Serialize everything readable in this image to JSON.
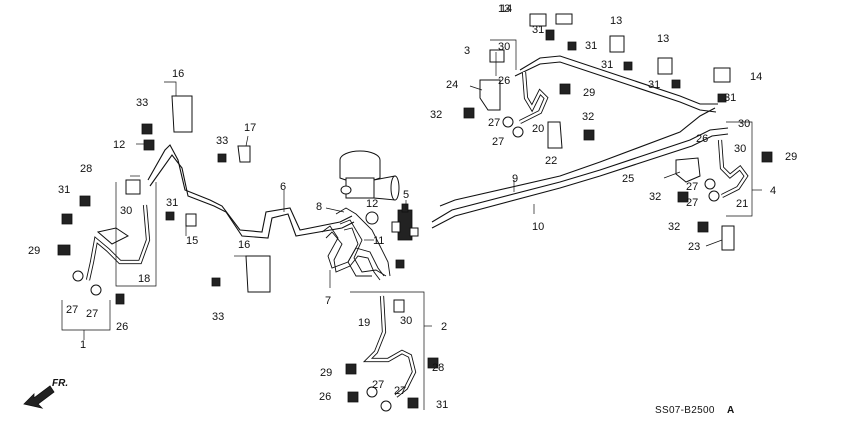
{
  "diagram": {
    "drawing_code": "SS07-B2500",
    "drawing_code_suffix": "A",
    "direction_label": "FR."
  },
  "callouts": [
    "1",
    "2",
    "3",
    "4",
    "5",
    "6",
    "7",
    "8",
    "9",
    "10",
    "11",
    "12",
    "12",
    "13",
    "13",
    "13",
    "14",
    "14",
    "15",
    "16",
    "16",
    "17",
    "18",
    "19",
    "20",
    "21",
    "22",
    "23",
    "24",
    "25",
    "26",
    "26",
    "26",
    "26",
    "27",
    "27",
    "27",
    "27",
    "27",
    "27",
    "27",
    "27",
    "28",
    "28",
    "29",
    "29",
    "29",
    "29",
    "30",
    "30",
    "30",
    "30",
    "30",
    "31",
    "31",
    "31",
    "31",
    "31",
    "31",
    "31",
    "31",
    "32",
    "32",
    "32",
    "32",
    "33",
    "33",
    "33"
  ]
}
